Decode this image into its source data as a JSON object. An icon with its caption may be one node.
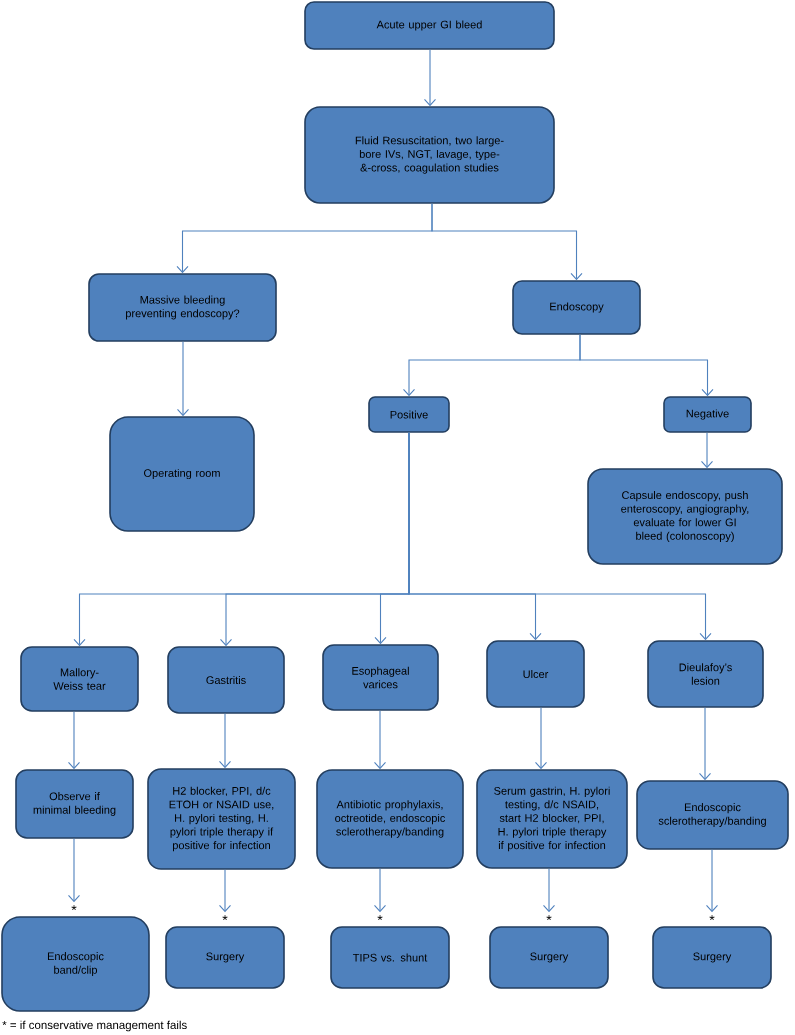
{
  "diagram": {
    "nodes": [
      {
        "text": [
          "Acute upper GI bleed"
        ]
      },
      {
        "text": [
          "Fluid Resuscitation, two large-bore IVs, NGT, lavage, type-&-cross, coagulation studies"
        ]
      },
      {
        "text": [
          "Massive bleeding preventing endoscopy?"
        ]
      },
      {
        "text": [
          "Endoscopy"
        ]
      },
      {
        "text": [
          "Operating room"
        ]
      },
      {
        "text": [
          "Positive"
        ]
      },
      {
        "text": [
          "Negative"
        ]
      },
      {
        "text": [
          "Capsule endoscopy, push enteroscopy, angiography, evaluate for lower GI bleed (colonoscopy)"
        ]
      },
      {
        "text": [
          "Mallory-Weiss tear"
        ]
      },
      {
        "text": [
          "Gastritis"
        ]
      },
      {
        "text": [
          "Esophageal varices"
        ]
      },
      {
        "text": [
          "Ulcer"
        ]
      },
      {
        "text": [
          "Dieulafoy’s lesion"
        ]
      },
      {
        "text": [
          "Observe if minimal bleeding"
        ]
      },
      {
        "text": [
          "H2 blocker, PPI, d/c ETOH or NSAID use, H. pylori testing, H. pylori triple therapy if positive for infection"
        ]
      },
      {
        "text": [
          "Antibiotic prophylaxis, octreotide, endoscopic sclerotherapy/banding"
        ]
      },
      {
        "text": [
          "Serum gastrin, H. pylori testing, d/c NSAID, start H2 blocker, PPI, H. pylori triple therapy if positive for infection"
        ]
      },
      {
        "text": [
          "Endoscopic sclerotherapy/banding"
        ]
      },
      {
        "text": [
          "Endoscopic band/clip"
        ]
      },
      {
        "text": [
          "Surgery"
        ]
      },
      {
        "text": [
          "TIPS vs. shunt"
        ]
      },
      {
        "text": [
          "Surgery"
        ]
      },
      {
        "text": [
          "Surgery"
        ]
      }
    ],
    "edges": [
      {
        "from": 0,
        "to": 1,
        "arrow": "to"
      },
      {
        "from": 1,
        "to": 2,
        "arrow": "to"
      },
      {
        "from": 1,
        "to": 3,
        "arrow": "to"
      },
      {
        "from": 2,
        "to": 4,
        "arrow": "to"
      },
      {
        "from": 3,
        "to": 5,
        "arrow": "to"
      },
      {
        "from": 3,
        "to": 6,
        "arrow": "to"
      },
      {
        "from": 6,
        "to": 7,
        "arrow": "to"
      },
      {
        "from": 5,
        "to": 8,
        "arrow": "to"
      },
      {
        "from": 5,
        "to": 9,
        "arrow": "to"
      },
      {
        "from": 5,
        "to": 10,
        "arrow": "to"
      },
      {
        "from": 5,
        "to": 11,
        "arrow": "to"
      },
      {
        "from": 5,
        "to": 12,
        "arrow": "to"
      },
      {
        "from": 8,
        "to": 13,
        "arrow": "to"
      },
      {
        "from": 9,
        "to": 14,
        "arrow": "to"
      },
      {
        "from": 10,
        "to": 15,
        "arrow": "to"
      },
      {
        "from": 11,
        "to": 16,
        "arrow": "to"
      },
      {
        "from": 12,
        "to": 17,
        "arrow": "to"
      },
      {
        "from": 13,
        "to": 18,
        "arrow": "to",
        "label": "*"
      },
      {
        "from": 14,
        "to": 19,
        "arrow": "to",
        "label": "*"
      },
      {
        "from": 15,
        "to": 20,
        "arrow": "to",
        "label": "*"
      },
      {
        "from": 16,
        "to": 21,
        "arrow": "to",
        "label": "*"
      },
      {
        "from": 17,
        "to": 22,
        "arrow": "to",
        "label": "*"
      }
    ],
    "labels": [
      "* = if conservative management fails"
    ]
  }
}
